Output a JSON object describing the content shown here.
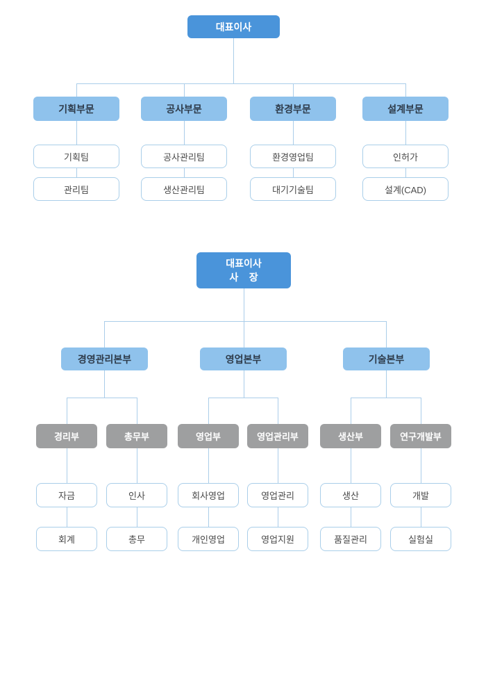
{
  "chart1": {
    "root": "대표이사",
    "divisions": [
      {
        "label": "기획부문",
        "teams": [
          "기획팀",
          "관리팀"
        ]
      },
      {
        "label": "공사부문",
        "teams": [
          "공사관리팀",
          "생산관리팀"
        ]
      },
      {
        "label": "환경부문",
        "teams": [
          "환경영업팀",
          "대기기술팀"
        ]
      },
      {
        "label": "설계부문",
        "teams": [
          "인허가",
          "설계(CAD)"
        ]
      }
    ]
  },
  "chart2": {
    "root_line1": "대표이사",
    "root_line2": "사    장",
    "groups": [
      {
        "label": "경영관리본부",
        "departments": [
          {
            "label": "경리부",
            "teams": [
              "자금",
              "회계"
            ]
          },
          {
            "label": "총무부",
            "teams": [
              "인사",
              "총무"
            ]
          }
        ]
      },
      {
        "label": "영업본부",
        "departments": [
          {
            "label": "영업부",
            "teams": [
              "회사영업",
              "개인영업"
            ]
          },
          {
            "label": "영업관리부",
            "teams": [
              "영업관리",
              "영업지원"
            ]
          }
        ]
      },
      {
        "label": "기술본부",
        "departments": [
          {
            "label": "생산부",
            "teams": [
              "생산",
              "품질관리"
            ]
          },
          {
            "label": "연구개발부",
            "teams": [
              "개발",
              "실험실"
            ]
          }
        ]
      }
    ]
  },
  "colors": {
    "primary_blue": "#4a94da",
    "light_blue": "#8fc2ec",
    "gray": "#9e9fa0",
    "line_blue": "#aacde9",
    "border_blue": "#a9cee9"
  }
}
